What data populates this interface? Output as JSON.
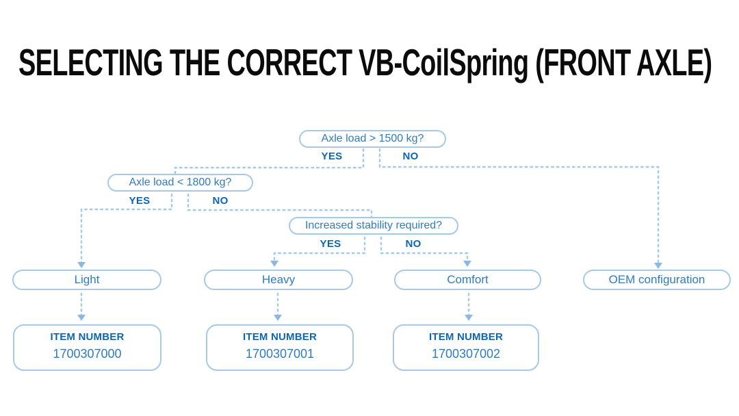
{
  "title": "SELECTING THE CORRECT VB-CoilSpring (FRONT AXLE)",
  "colors": {
    "background": "#ffffff",
    "title_text": "#0b0b0b",
    "node_border": "#a6c9e8",
    "dashed_line": "#a6c9e8",
    "arrowhead": "#8cb9e1",
    "node_text": "#2e7cc0",
    "bold_label_text": "#0c66b2"
  },
  "decisions": [
    {
      "question": "Axle load > 1500 kg?",
      "yes_label": "YES",
      "no_label": "NO"
    },
    {
      "question": "Axle load < 1800 kg?",
      "yes_label": "YES",
      "no_label": "NO"
    },
    {
      "question": "Increased stability required?",
      "yes_label": "YES",
      "no_label": "NO"
    }
  ],
  "options": [
    {
      "label": "Light"
    },
    {
      "label": "Heavy"
    },
    {
      "label": "Comfort"
    },
    {
      "label": "OEM configuration"
    }
  ],
  "items": [
    {
      "heading": "ITEM NUMBER",
      "number": "1700307000"
    },
    {
      "heading": "ITEM NUMBER",
      "number": "1700307001"
    },
    {
      "heading": "ITEM NUMBER",
      "number": "1700307002"
    }
  ]
}
